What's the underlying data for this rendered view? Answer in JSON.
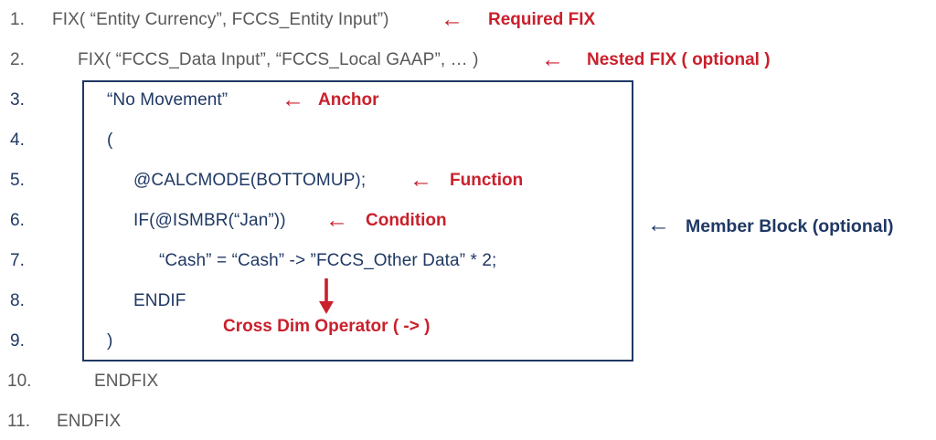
{
  "diagram_title": "FIX / Member Block calc script syntax (annotated)",
  "colors": {
    "outer_code_gray": "#595959",
    "inner_code_navy": "#1f3864",
    "annotation_red": "#c9202c",
    "member_box_border": "#1f3864",
    "background": "#ffffff"
  },
  "lines": [
    {
      "num": "1.",
      "code": "FIX( “Entity Currency”, FCCS_Entity Input”)"
    },
    {
      "num": "2.",
      "code": "FIX( “FCCS_Data Input”, “FCCS_Local GAAP”, … )"
    },
    {
      "num": "3.",
      "code": "“No Movement”"
    },
    {
      "num": "4.",
      "code": "("
    },
    {
      "num": "5.",
      "code": "@CALCMODE(BOTTOMUP);"
    },
    {
      "num": "6.",
      "code": "IF(@ISMBR(“Jan”))"
    },
    {
      "num": "7.",
      "code": "“Cash” = “Cash” -> ”FCCS_Other Data” * 2;"
    },
    {
      "num": "8.",
      "code": "ENDIF"
    },
    {
      "num": "9.",
      "code": ")"
    },
    {
      "num": "10.",
      "code": "ENDFIX"
    },
    {
      "num": "11.",
      "code": "ENDFIX"
    }
  ],
  "annotations": {
    "required_fix": {
      "arrow": "←",
      "label": "Required FIX"
    },
    "nested_fix": {
      "arrow": "←",
      "label": "Nested FIX ( optional )"
    },
    "anchor": {
      "arrow": "←",
      "label": "Anchor"
    },
    "function": {
      "arrow": "←",
      "label": "Function"
    },
    "condition": {
      "arrow": "←",
      "label": "Condition"
    },
    "member_block": {
      "arrow": "←",
      "label": "Member Block (optional)"
    },
    "cross_dim": {
      "label": "Cross Dim Operator ( -> )"
    }
  }
}
